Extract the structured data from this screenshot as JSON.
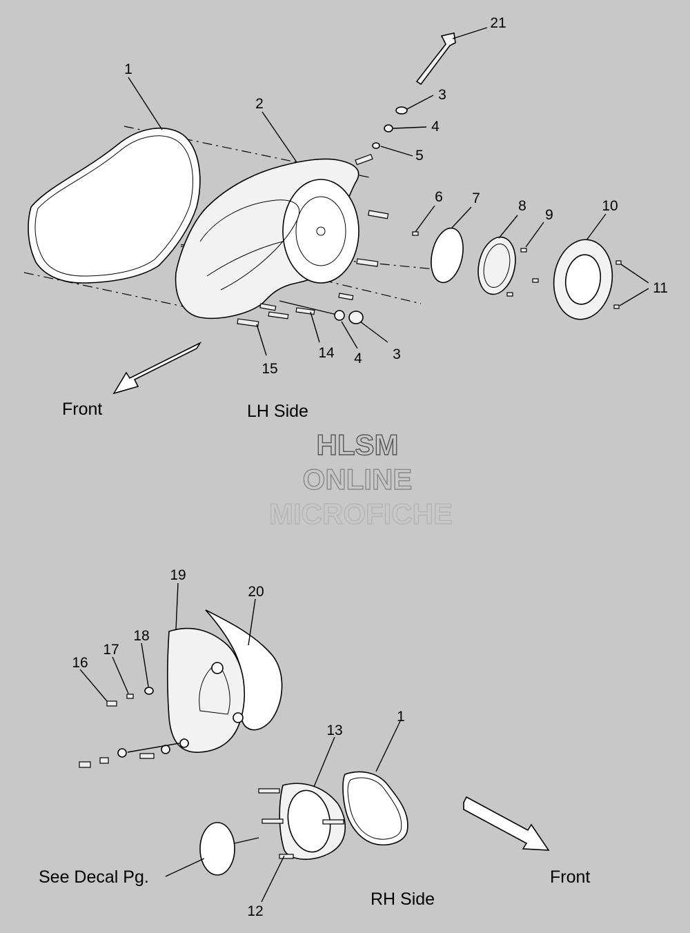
{
  "lh_side": {
    "caption": "LH Side",
    "front_label": "Front",
    "callouts": [
      "1",
      "2",
      "3",
      "4",
      "5",
      "6",
      "7",
      "8",
      "9",
      "10",
      "11",
      "14",
      "4",
      "3",
      "15",
      "21"
    ]
  },
  "rh_side": {
    "caption": "RH Side",
    "front_label": "Front",
    "see_decal_label": "See Decal Pg.",
    "callouts": [
      "16",
      "17",
      "18",
      "19",
      "20",
      "13",
      "1",
      "12"
    ]
  },
  "watermark": {
    "line1": "HLSM",
    "line2": "ONLINE",
    "line3": "MICROFICHE"
  }
}
